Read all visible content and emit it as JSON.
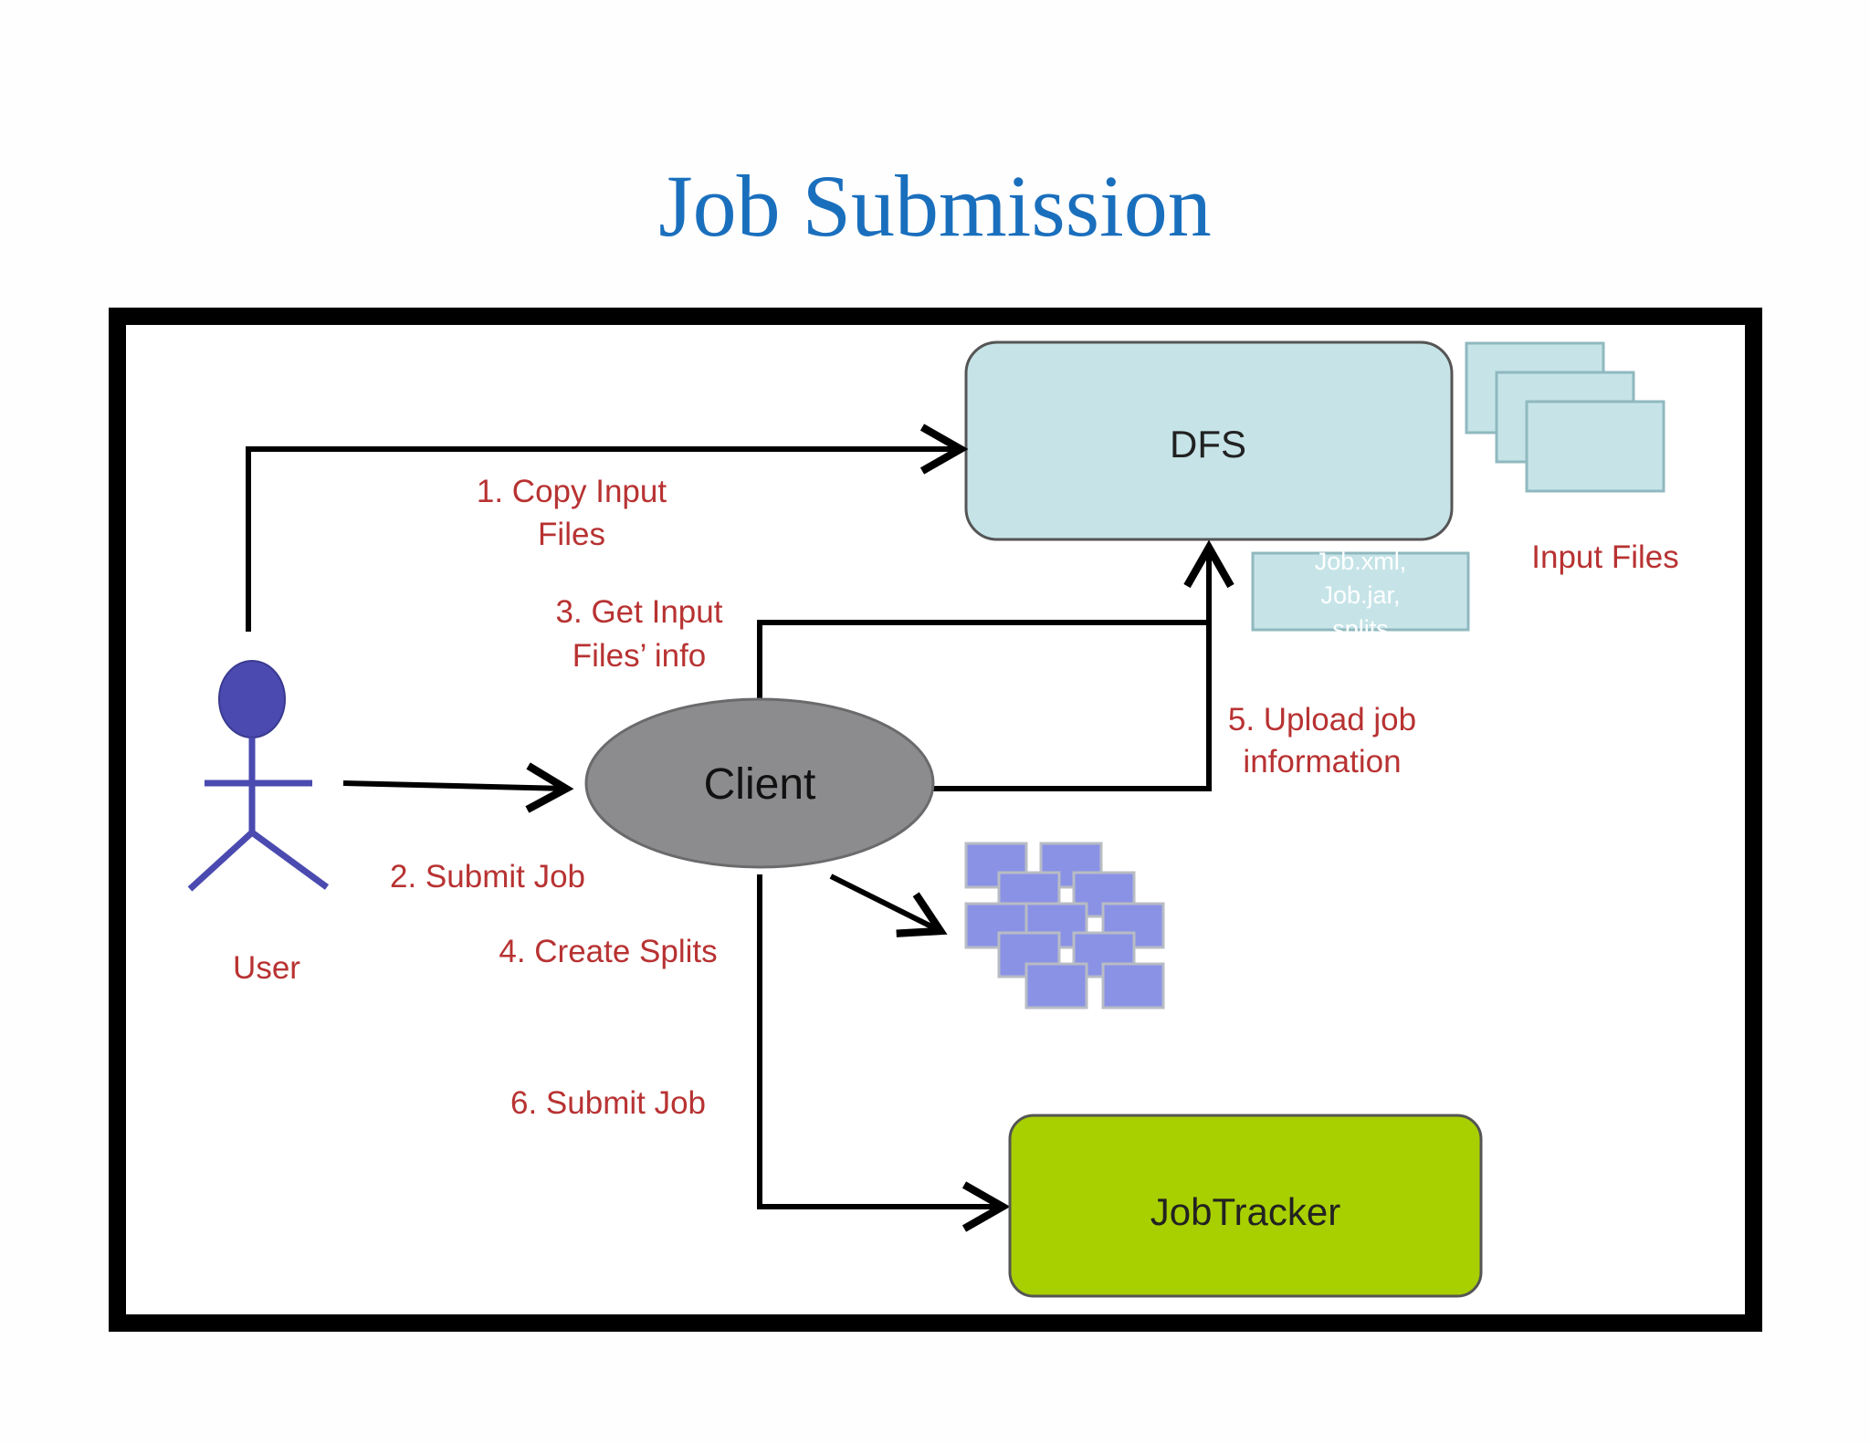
{
  "title": "Job Submission",
  "diagram": {
    "nodes": {
      "dfs": "DFS",
      "client": "Client",
      "jobtracker": "JobTracker",
      "user": "User",
      "input_files": "Input Files",
      "job_files": [
        "Job.xml,",
        "Job.jar,",
        "splits"
      ]
    },
    "steps": {
      "s1": [
        "1. Copy Input",
        "Files"
      ],
      "s2": "2. Submit Job",
      "s3": [
        "3. Get Input",
        "Files’ info"
      ],
      "s4": "4. Create Splits",
      "s5": [
        "5. Upload job",
        "information"
      ],
      "s6": "6. Submit Job"
    }
  },
  "colors": {
    "title": "#1a6fbd",
    "step_label": "#b83232",
    "dfs_fill": "#c6e4e8",
    "client_fill": "#8c8c8e",
    "jobtracker_fill": "#a8cf00",
    "split_fill": "#8a92e6",
    "user_figure": "#4a4ab0"
  }
}
